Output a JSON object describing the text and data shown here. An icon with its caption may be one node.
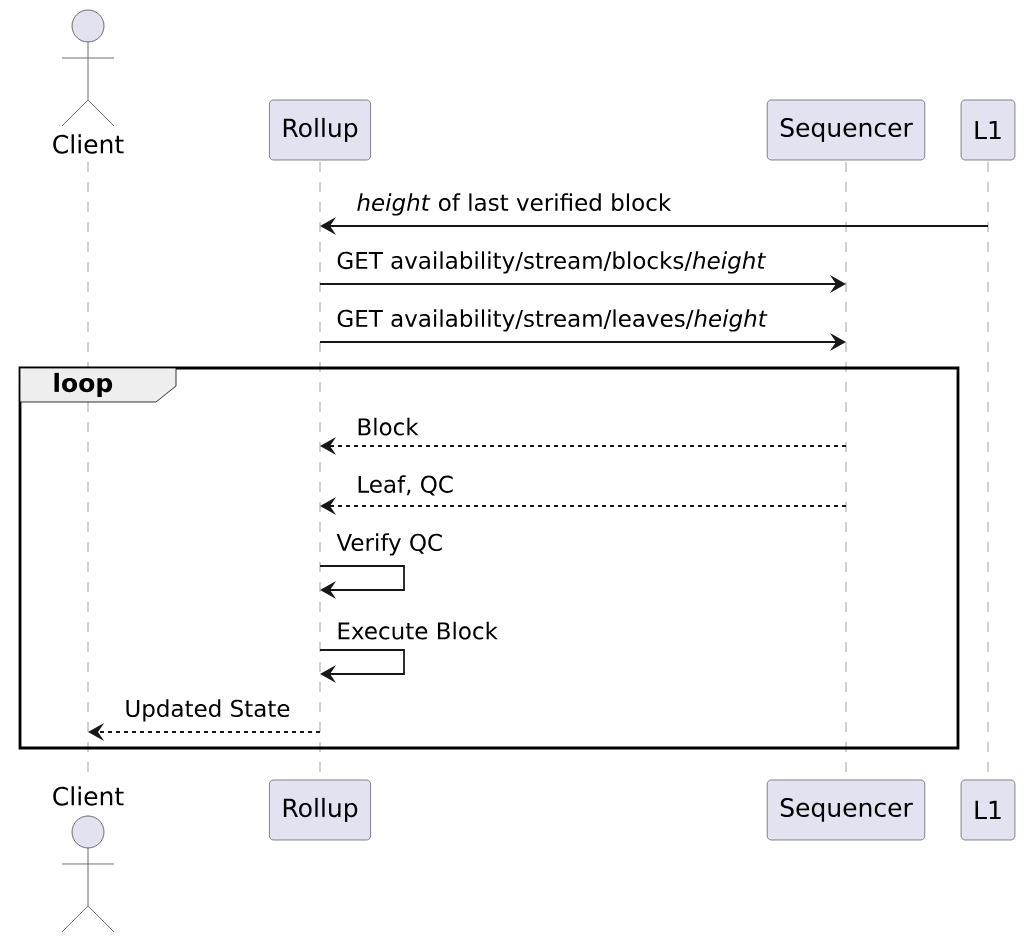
{
  "diagram": {
    "nodes": [
      {
        "text": [
          "Client"
        ]
      },
      {
        "text": [
          "Rollup"
        ]
      },
      {
        "text": [
          "Sequencer"
        ]
      },
      {
        "text": [
          "L1"
        ]
      },
      {
        "text": [
          "loop"
        ]
      },
      {
        "text": [
          "Client"
        ]
      },
      {
        "text": [
          "Rollup"
        ]
      },
      {
        "text": [
          "Sequencer"
        ]
      },
      {
        "text": [
          "L1"
        ]
      },
      {
        "text": [],
        "shape": "line"
      },
      {
        "text": [],
        "shape": "line"
      },
      {
        "text": [],
        "shape": "line"
      },
      {
        "text": [],
        "shape": "line"
      }
    ],
    "edges": [
      {
        "from": 12,
        "to": 10,
        "arrow": "to",
        "label": "*height* of last verified block"
      },
      {
        "from": 10,
        "to": 11,
        "arrow": "to",
        "label": "GET availability/stream/blocks/*height*"
      },
      {
        "from": 10,
        "to": 11,
        "arrow": "to",
        "label": "GET availability/stream/leaves/*height*"
      },
      {
        "from": 11,
        "to": 10,
        "arrow": "to",
        "label": "Block",
        "style": "dashed"
      },
      {
        "from": 11,
        "to": 10,
        "arrow": "to",
        "label": "Leaf, QC",
        "style": "dashed"
      },
      {
        "from": 10,
        "to": 10,
        "arrow": "to",
        "label": "Verify QC"
      },
      {
        "from": 10,
        "to": 10,
        "arrow": "to",
        "label": "Execute Block"
      },
      {
        "from": 10,
        "to": 9,
        "arrow": "to",
        "label": "Updated State",
        "style": "dashed"
      }
    ]
  }
}
